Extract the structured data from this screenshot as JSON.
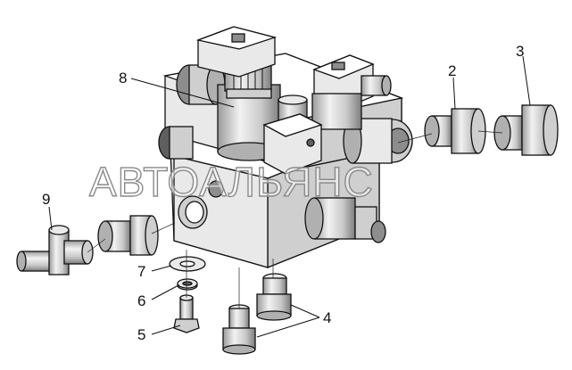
{
  "callouts": {
    "c2": "2",
    "c3": "3",
    "c4": "4",
    "c5": "5",
    "c6": "6",
    "c7": "7",
    "c8": "8",
    "c9": "9"
  },
  "watermark": "АВТОАЛЬЯНС"
}
